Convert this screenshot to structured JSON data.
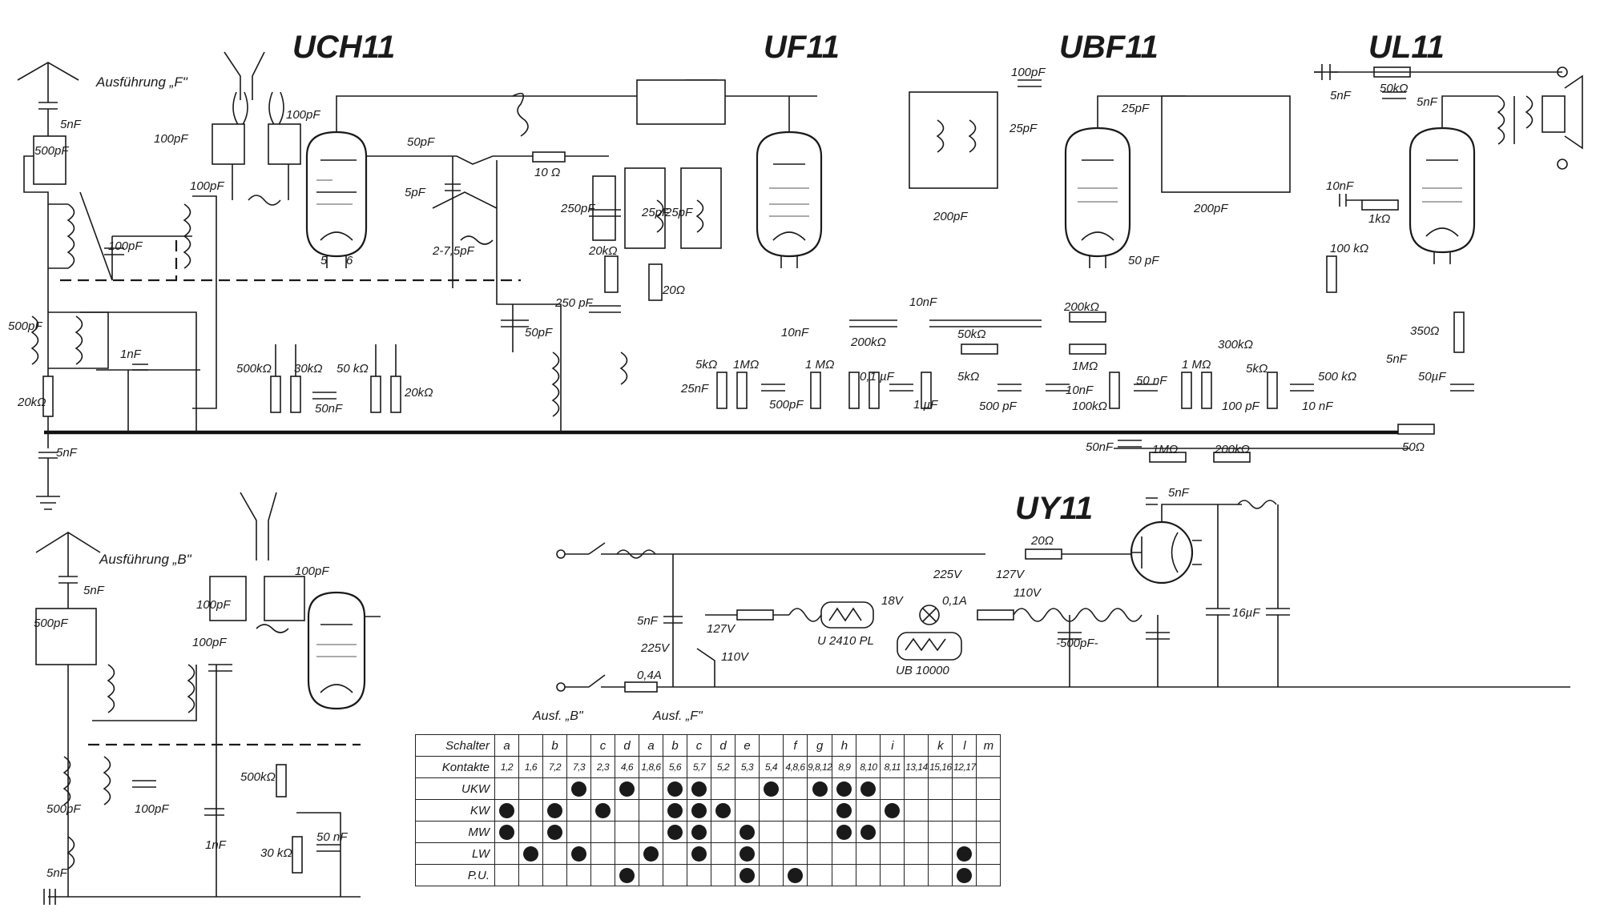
{
  "tubes": {
    "uch11": "UCH11",
    "uf11": "UF11",
    "ubf11": "UBF11",
    "ul11": "UL11",
    "uy11": "UY11"
  },
  "variants": {
    "f": "Ausführung „F\"",
    "b": "Ausführung „B\""
  },
  "components": {
    "c_5nF": "5nF",
    "c_500pF": "500pF",
    "c_100pF": "100pF",
    "c_1nF": "1nF",
    "c_50pF": "50pF",
    "c_5pF": "5pF",
    "c_2_7_5pF": "2-7,5pF",
    "c_250pF": "250pF",
    "c_250_pF": "250 pF",
    "c_25pF": "25pF",
    "c_10nF": "10nF",
    "c_200pF": "200pF",
    "c_25nF": "25nF",
    "c_50nF": "50nF",
    "c_50_nF": "50 nF",
    "c_0_1uF": "0,1 µF",
    "c_1uF": "1 µF",
    "c_500_pF": "500 pF",
    "c_100_pF": "100 pF",
    "c_10_nF": "10 nF",
    "c_50uF": "50µF",
    "c_16uF": "16µF",
    "c_500pF_dash": "-500pF-",
    "c_50_pF": "50 pF",
    "r_20k": "20kΩ",
    "r_500k": "500kΩ",
    "r_30k": "30kΩ",
    "r_50k": "50 kΩ",
    "r_20k_b": "20kΩ",
    "r_10": "10 Ω",
    "r_20k_c": "20kΩ",
    "r_20": "20Ω",
    "r_5k": "5kΩ",
    "r_1M": "1MΩ",
    "r_1M_b": "1 MΩ",
    "r_200k": "200kΩ",
    "r_50k_b": "50kΩ",
    "r_5k_b": "5kΩ",
    "r_100k": "100kΩ",
    "r_300k": "300kΩ",
    "r_500k_b": "500 kΩ",
    "r_100k_b": "100 kΩ",
    "r_1k": "1kΩ",
    "r_350": "350Ω",
    "r_50": "50Ω",
    "r_50k_c": "50kΩ",
    "r_1M_c": "1MΩ",
    "r_200k_b": "200kΩ",
    "r_20_b": "20Ω",
    "r_30k_b": "30 kΩ",
    "r_500k_c": "500kΩ",
    "u_225V": "225V",
    "u_127V": "127V",
    "u_110V": "110V",
    "u_18V": "18V",
    "i_01A": "0,1A",
    "f_04A": "0,4A",
    "lamp_u2410": "U 2410 PL",
    "lamp_ub10000": "UB 10000"
  },
  "switch_table": {
    "row_labels": [
      "Schalter",
      "Kontakte",
      "UKW",
      "KW",
      "MW",
      "LW",
      "P.U."
    ],
    "variant_b": "Ausf. „B\"",
    "variant_f": "Ausf. „F\"",
    "schalter": [
      "a",
      "",
      "b",
      "",
      "c",
      "d",
      "a",
      "b",
      "c",
      "d",
      "e",
      "",
      "f",
      "g",
      "h",
      "",
      "i",
      "",
      "k",
      "l",
      "m"
    ],
    "kontakte": [
      "1,2",
      "1,6",
      "7,2",
      "7,3",
      "2,3",
      "4,6",
      "1,8,6",
      "5,6",
      "5,7",
      "5,2",
      "5,3",
      "5,4",
      "4,8,6",
      "9,8,12",
      "8,9",
      "8,10",
      "8,11",
      "13,14",
      "15,16",
      "12,17",
      ""
    ],
    "rows": [
      {
        "name": "UKW",
        "on": [
          3,
          5,
          7,
          8,
          11,
          13,
          14,
          15
        ]
      },
      {
        "name": "KW",
        "on": [
          0,
          2,
          4,
          7,
          8,
          9,
          14,
          16
        ]
      },
      {
        "name": "MW",
        "on": [
          0,
          2,
          7,
          8,
          10,
          14,
          15
        ]
      },
      {
        "name": "LW",
        "on": [
          1,
          3,
          6,
          8,
          10,
          19
        ]
      },
      {
        "name": "P.U.",
        "on": [
          5,
          10,
          12,
          19
        ]
      }
    ]
  }
}
